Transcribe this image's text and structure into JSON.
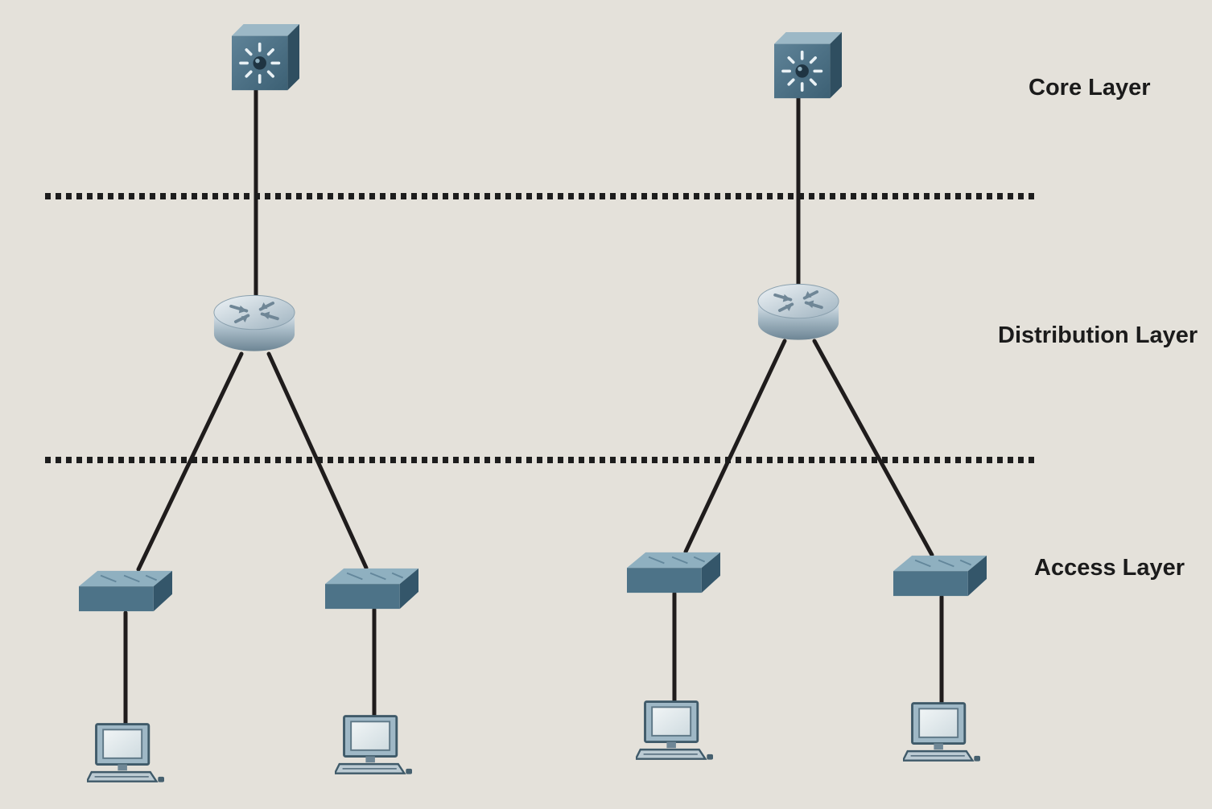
{
  "diagram": {
    "layers": [
      {
        "id": "core",
        "label": "Core Layer"
      },
      {
        "id": "distribution",
        "label": "Distribution Layer"
      },
      {
        "id": "access",
        "label": "Access Layer"
      }
    ],
    "colors": {
      "background": "#e4e1da",
      "line": "#1f1c1c",
      "divider": "#1d1d1d",
      "switch_face": "#4d7388",
      "switch_top": "#8fb0c0",
      "router_body": "#8ea4b2",
      "pc_shell": "#9fb8c6"
    },
    "nodes": [
      {
        "id": "core-left",
        "type": "multilayer-switch-icon",
        "layer": "core"
      },
      {
        "id": "core-right",
        "type": "multilayer-switch-icon",
        "layer": "core"
      },
      {
        "id": "dist-left",
        "type": "router-icon",
        "layer": "distribution"
      },
      {
        "id": "dist-right",
        "type": "router-icon",
        "layer": "distribution"
      },
      {
        "id": "acc-1",
        "type": "switch-icon",
        "layer": "access"
      },
      {
        "id": "acc-2",
        "type": "switch-icon",
        "layer": "access"
      },
      {
        "id": "acc-3",
        "type": "switch-icon",
        "layer": "access"
      },
      {
        "id": "acc-4",
        "type": "switch-icon",
        "layer": "access"
      },
      {
        "id": "pc-1",
        "type": "pc-icon",
        "layer": "end-device"
      },
      {
        "id": "pc-2",
        "type": "pc-icon",
        "layer": "end-device"
      },
      {
        "id": "pc-3",
        "type": "pc-icon",
        "layer": "end-device"
      },
      {
        "id": "pc-4",
        "type": "pc-icon",
        "layer": "end-device"
      }
    ],
    "links": [
      [
        "core-left",
        "dist-left"
      ],
      [
        "core-right",
        "dist-right"
      ],
      [
        "dist-left",
        "acc-1"
      ],
      [
        "dist-left",
        "acc-2"
      ],
      [
        "dist-right",
        "acc-3"
      ],
      [
        "dist-right",
        "acc-4"
      ],
      [
        "acc-1",
        "pc-1"
      ],
      [
        "acc-2",
        "pc-2"
      ],
      [
        "acc-3",
        "pc-3"
      ],
      [
        "acc-4",
        "pc-4"
      ]
    ]
  }
}
